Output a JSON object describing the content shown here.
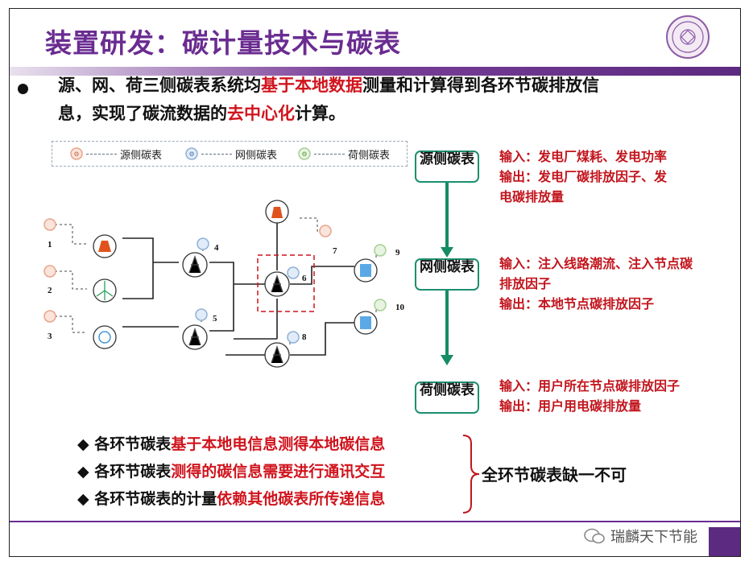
{
  "title": "装置研发：碳计量技术与碳表",
  "intro": {
    "line1_pre": "源、网、荷三侧碳表系统均",
    "line1_hl": "基于本地数据",
    "line1_post": "测量和计算得到各环节碳排放信",
    "line2_pre": "息，实现了碳流数据的",
    "line2_hl": "去中心化",
    "line2_post": "计算。"
  },
  "legend": [
    {
      "label": "源侧碳表",
      "color": "#e8a48a"
    },
    {
      "label": "网侧碳表",
      "color": "#8fb0d8"
    },
    {
      "label": "荷侧碳表",
      "color": "#a6cf94"
    }
  ],
  "diagram": {
    "numbers": [
      "1",
      "2",
      "3",
      "4",
      "5",
      "6",
      "7",
      "8",
      "9",
      "10"
    ]
  },
  "flow": [
    {
      "box": "源侧碳表",
      "input": "输入：发电厂煤耗、发电功率",
      "output_l1": "输出：发电厂碳排放因子、发",
      "output_l2": "电碳排放量"
    },
    {
      "box": "网侧碳表",
      "input_l1": "输入：注入线路潮流、注入节点碳",
      "input_l2": "排放因子",
      "output": "输出：本地节点碳排放因子"
    },
    {
      "box": "荷侧碳表",
      "input": "输入：用户所在节点碳排放因子",
      "output": "输出：用户用电碳排放量"
    }
  ],
  "points": [
    {
      "pre": "各环节碳表",
      "hl": "基于本地电信息测得本地碳信息",
      "post": ""
    },
    {
      "pre": "各环节碳表",
      "hl": "测得的碳信息需要进行通讯交互",
      "post": ""
    },
    {
      "pre": "各环节碳表的计量",
      "hl": "依赖其他碳表所传递信息",
      "post": ""
    }
  ],
  "point_marker": "◆",
  "conclusion": "全环节碳表缺一不可",
  "watermark": "瑞麟天下节能",
  "colors": {
    "title": "#6a2c91",
    "highlight": "#d0141d",
    "flow": "#168c64"
  }
}
